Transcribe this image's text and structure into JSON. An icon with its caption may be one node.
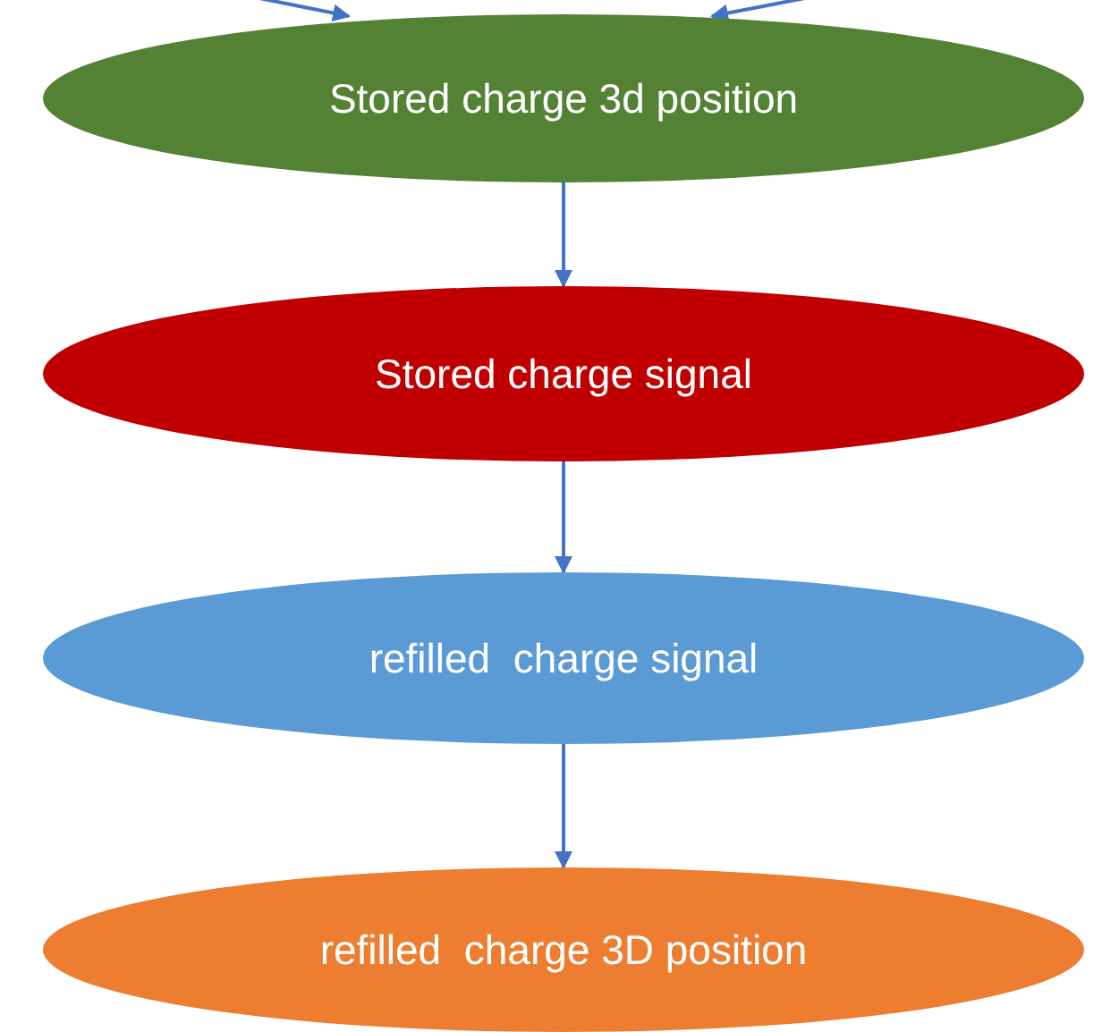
{
  "diagram": {
    "nodes": [
      {
        "text": [
          "Stored charge 3d position"
        ]
      },
      {
        "text": [
          "Stored charge signal"
        ]
      },
      {
        "text": [
          "refilled  charge signal"
        ]
      },
      {
        "text": [
          "refilled  charge 3D position"
        ]
      }
    ],
    "edges": [
      {
        "from": null,
        "to": 0,
        "arrow": "to"
      },
      {
        "from": null,
        "to": 0,
        "arrow": "to"
      },
      {
        "from": 0,
        "to": 1,
        "arrow": "to"
      },
      {
        "from": 1,
        "to": 2,
        "arrow": "to"
      },
      {
        "from": 2,
        "to": 3,
        "arrow": "to"
      }
    ]
  }
}
